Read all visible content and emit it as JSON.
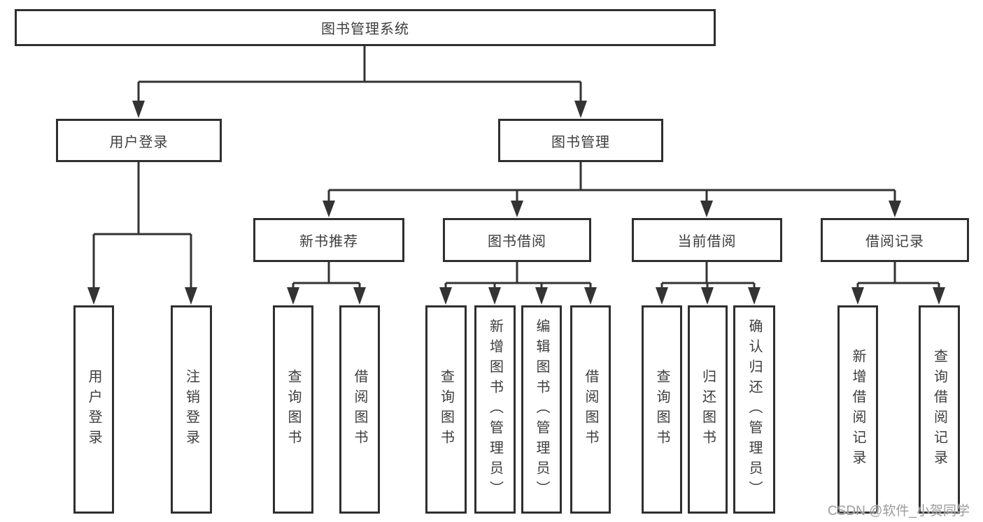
{
  "diagram": {
    "root": {
      "label": "图书管理系统"
    },
    "level2": [
      {
        "label": "用户登录"
      },
      {
        "label": "图书管理"
      }
    ],
    "level3": [
      {
        "label": "新书推荐"
      },
      {
        "label": "图书借阅"
      },
      {
        "label": "当前借阅"
      },
      {
        "label": "借阅记录"
      }
    ],
    "leaves": {
      "user_login": [
        "用户登录",
        "注销登录"
      ],
      "new_book": [
        "查询图书",
        "借阅图书"
      ],
      "book_borrow": [
        "查询图书",
        "新增图书（管理员）",
        "编辑图书（管理员）",
        "借阅图书"
      ],
      "current_borrow": [
        "查询图书",
        "归还图书",
        "确认归还（管理员）"
      ],
      "borrow_record": [
        "新增借阅记录",
        "查询借阅记录"
      ]
    },
    "watermark": "CSDN @软件_小贺同学",
    "colors": {
      "line": "#333333",
      "box_border": "#2f2f2f",
      "text": "#3d3d3d",
      "watermark": "#9c9c9c",
      "background": "#ffffff"
    }
  }
}
